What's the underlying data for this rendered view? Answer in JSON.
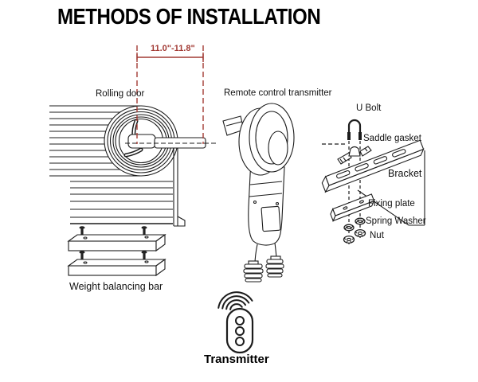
{
  "title": "METHODS OF INSTALLATION",
  "dimension": {
    "label": "11.0\"-11.8\""
  },
  "parts": {
    "rolling_door": "Rolling door",
    "remote_control_transmitter": "Remote control transmitter",
    "u_bolt": "U Bolt",
    "saddle_gasket": "Saddle gasket",
    "bracket": "Bracket",
    "fixing_plate": "Fixing plate",
    "spring_washer": "Spring Washer",
    "nut": "Nut",
    "weight_balancing_bar": "Weight balancing bar",
    "transmitter": "Transmitter"
  },
  "colors": {
    "line": "#1c1c1c",
    "dimension_red": "#a23a34",
    "background": "#ffffff",
    "label_text": "#111111"
  }
}
